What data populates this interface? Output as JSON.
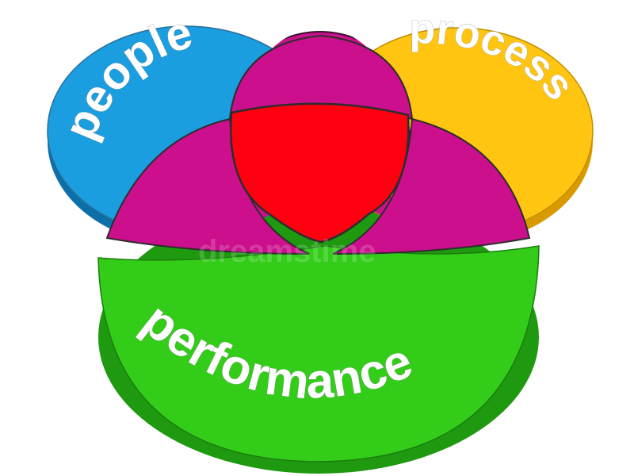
{
  "diagram": {
    "type": "venn-3",
    "labels": {
      "people": "people",
      "process": "process",
      "performance": "performance"
    },
    "watermark": "dreamstime"
  },
  "colors": {
    "people": "#1a9ee0",
    "people_side": "#0c6fa8",
    "process": "#ffc511",
    "process_side": "#d99a00",
    "performance": "#33cc19",
    "performance_side": "#1f9a10",
    "pair_overlap": "#cc0f8c",
    "center_overlap": "#ff0010",
    "outline": "#333333"
  }
}
